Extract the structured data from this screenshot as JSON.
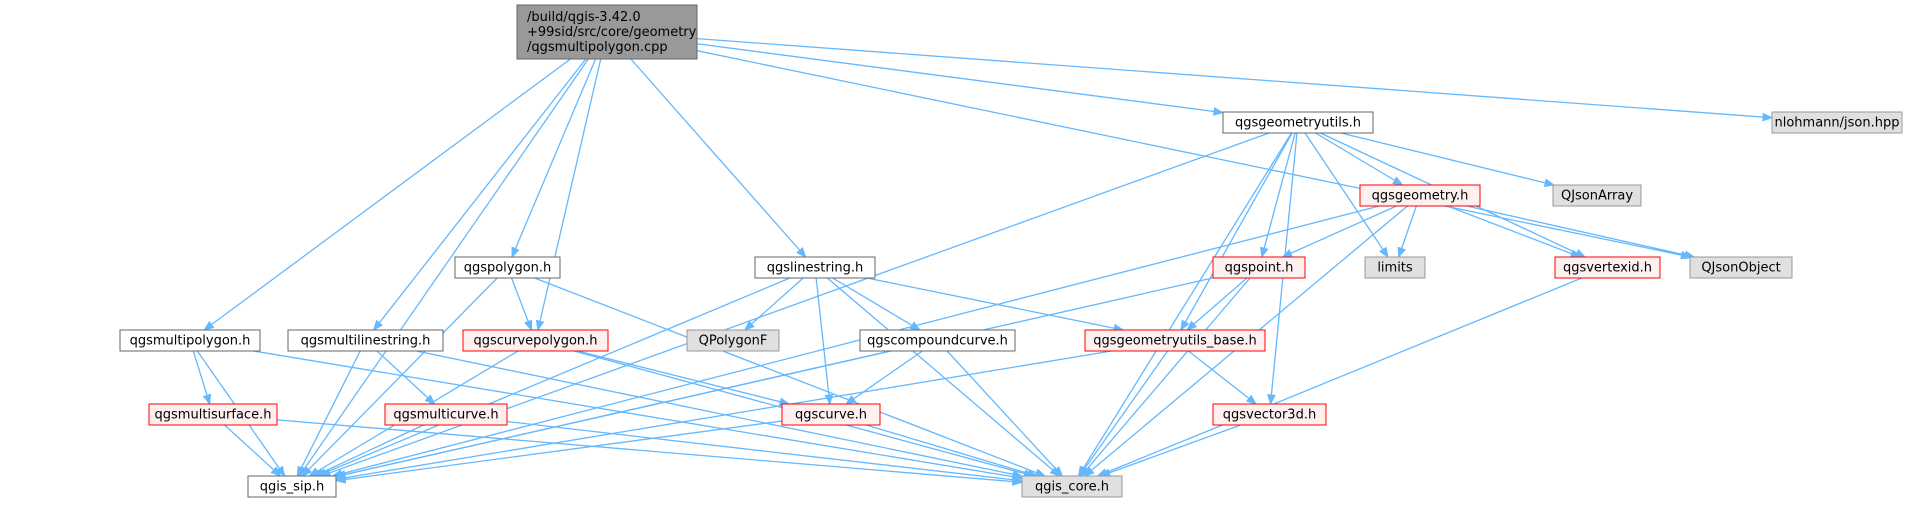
{
  "diagram": {
    "colors": {
      "edge": "#63b8ff",
      "root_fill": "#999999",
      "root_border": "#666666",
      "documented_fill": "#ffffff",
      "documented_border": "#666666",
      "truncated_fill": "#fff0f0",
      "truncated_border": "#ff0000",
      "external_fill": "#e0e0e0",
      "external_border": "#999999"
    },
    "nodes": [
      {
        "id": "root",
        "lines": [
          "/build/qgis-3.42.0",
          "+99sid/src/core/geometry",
          "/qgsmultipolygon.cpp"
        ],
        "style": "root"
      },
      {
        "id": "geomutils",
        "lines": [
          "qgsgeometryutils.h"
        ],
        "style": "documented"
      },
      {
        "id": "json",
        "lines": [
          "nlohmann/json.hpp"
        ],
        "style": "external"
      },
      {
        "id": "geometry",
        "lines": [
          "qgsgeometry.h"
        ],
        "style": "truncated"
      },
      {
        "id": "qjsonarray",
        "lines": [
          "QJsonArray"
        ],
        "style": "external"
      },
      {
        "id": "polygon",
        "lines": [
          "qgspolygon.h"
        ],
        "style": "documented"
      },
      {
        "id": "linestring",
        "lines": [
          "qgslinestring.h"
        ],
        "style": "documented"
      },
      {
        "id": "point",
        "lines": [
          "qgspoint.h"
        ],
        "style": "truncated"
      },
      {
        "id": "limits",
        "lines": [
          "limits"
        ],
        "style": "external"
      },
      {
        "id": "vertexid",
        "lines": [
          "qgsvertexid.h"
        ],
        "style": "truncated"
      },
      {
        "id": "qjsonobject",
        "lines": [
          "QJsonObject"
        ],
        "style": "external"
      },
      {
        "id": "multipolygon",
        "lines": [
          "qgsmultipolygon.h"
        ],
        "style": "documented"
      },
      {
        "id": "multilinestring",
        "lines": [
          "qgsmultilinestring.h"
        ],
        "style": "documented"
      },
      {
        "id": "curvepolygon",
        "lines": [
          "qgscurvepolygon.h"
        ],
        "style": "truncated"
      },
      {
        "id": "qpolygonf",
        "lines": [
          "QPolygonF"
        ],
        "style": "external"
      },
      {
        "id": "compoundcurve",
        "lines": [
          "qgscompoundcurve.h"
        ],
        "style": "documented"
      },
      {
        "id": "geomutilsbase",
        "lines": [
          "qgsgeometryutils_base.h"
        ],
        "style": "truncated"
      },
      {
        "id": "multisurface",
        "lines": [
          "qgsmultisurface.h"
        ],
        "style": "truncated"
      },
      {
        "id": "multicurve",
        "lines": [
          "qgsmulticurve.h"
        ],
        "style": "truncated"
      },
      {
        "id": "curve",
        "lines": [
          "qgscurve.h"
        ],
        "style": "truncated"
      },
      {
        "id": "vector3d",
        "lines": [
          "qgsvector3d.h"
        ],
        "style": "truncated"
      },
      {
        "id": "sip",
        "lines": [
          "qgis_sip.h"
        ],
        "style": "documented"
      },
      {
        "id": "core",
        "lines": [
          "qgis_core.h"
        ],
        "style": "external"
      }
    ],
    "edges": [
      [
        "root",
        "geomutils"
      ],
      [
        "root",
        "json"
      ],
      [
        "root",
        "qjsonobject"
      ],
      [
        "root",
        "polygon"
      ],
      [
        "root",
        "linestring"
      ],
      [
        "root",
        "multipolygon"
      ],
      [
        "root",
        "multilinestring"
      ],
      [
        "root",
        "curvepolygon"
      ],
      [
        "root",
        "sip"
      ],
      [
        "geomutils",
        "geometry"
      ],
      [
        "geomutils",
        "qjsonarray"
      ],
      [
        "geomutils",
        "point"
      ],
      [
        "geomutils",
        "limits"
      ],
      [
        "geomutils",
        "vertexid"
      ],
      [
        "geomutils",
        "geomutilsbase"
      ],
      [
        "geomutils",
        "vector3d"
      ],
      [
        "geomutils",
        "core"
      ],
      [
        "geomutils",
        "sip"
      ],
      [
        "geometry",
        "point"
      ],
      [
        "geometry",
        "limits"
      ],
      [
        "geometry",
        "vertexid"
      ],
      [
        "geometry",
        "qjsonobject"
      ],
      [
        "geometry",
        "core"
      ],
      [
        "geometry",
        "sip"
      ],
      [
        "point",
        "geomutilsbase"
      ],
      [
        "point",
        "core"
      ],
      [
        "point",
        "sip"
      ],
      [
        "vertexid",
        "core"
      ],
      [
        "polygon",
        "curvepolygon"
      ],
      [
        "polygon",
        "core"
      ],
      [
        "polygon",
        "sip"
      ],
      [
        "linestring",
        "qpolygonf"
      ],
      [
        "linestring",
        "compoundcurve"
      ],
      [
        "linestring",
        "curve"
      ],
      [
        "linestring",
        "geomutilsbase"
      ],
      [
        "linestring",
        "core"
      ],
      [
        "linestring",
        "sip"
      ],
      [
        "multipolygon",
        "multisurface"
      ],
      [
        "multipolygon",
        "core"
      ],
      [
        "multipolygon",
        "sip"
      ],
      [
        "multilinestring",
        "multicurve"
      ],
      [
        "multilinestring",
        "core"
      ],
      [
        "multilinestring",
        "sip"
      ],
      [
        "curvepolygon",
        "curve"
      ],
      [
        "curvepolygon",
        "core"
      ],
      [
        "curvepolygon",
        "sip"
      ],
      [
        "compoundcurve",
        "curve"
      ],
      [
        "compoundcurve",
        "core"
      ],
      [
        "compoundcurve",
        "sip"
      ],
      [
        "geomutilsbase",
        "vector3d"
      ],
      [
        "geomutilsbase",
        "core"
      ],
      [
        "geomutilsbase",
        "sip"
      ],
      [
        "multisurface",
        "sip"
      ],
      [
        "multisurface",
        "core"
      ],
      [
        "multicurve",
        "sip"
      ],
      [
        "multicurve",
        "core"
      ],
      [
        "curve",
        "core"
      ],
      [
        "curve",
        "sip"
      ],
      [
        "vector3d",
        "core"
      ]
    ]
  }
}
